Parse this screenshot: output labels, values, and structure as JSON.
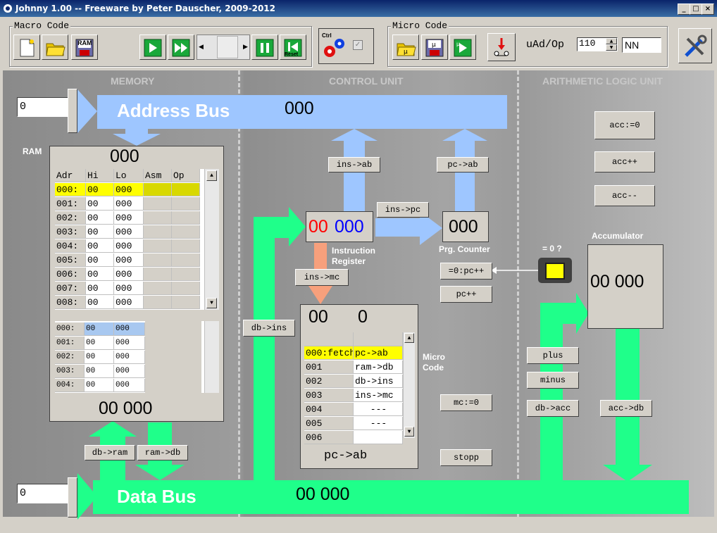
{
  "window": {
    "title": "Johnny 1.00 -- Freeware by Peter Dauscher, 2009-2012",
    "btn_min": "_",
    "btn_max": "□",
    "btn_close": "×"
  },
  "toolbar": {
    "macro_code_label": "Macro Code",
    "ram_label": "RAM",
    "reset_label": "Reset",
    "ctrl_label": "Ctrl",
    "micro_code_label": "Micro Code",
    "uad_op_label": "uAd/Op",
    "uad_value": "110",
    "op_value": "NN"
  },
  "sections": {
    "memory": "MEMORY",
    "control": "CONTROL UNIT",
    "alu": "ARITHMETIC LOGIC UNIT"
  },
  "address_bus": {
    "label": "Address Bus",
    "value": "000",
    "input": "0"
  },
  "data_bus": {
    "label": "Data Bus",
    "value": "00  000",
    "input": "0"
  },
  "ram": {
    "label": "RAM",
    "address": "000",
    "headers": [
      "Adr",
      "Hi",
      "Lo",
      "Asm",
      "Op"
    ],
    "rows": [
      {
        "adr": "000:",
        "hi": "00",
        "lo": "000"
      },
      {
        "adr": "001:",
        "hi": "00",
        "lo": "000"
      },
      {
        "adr": "002:",
        "hi": "00",
        "lo": "000"
      },
      {
        "adr": "003:",
        "hi": "00",
        "lo": "000"
      },
      {
        "adr": "004:",
        "hi": "00",
        "lo": "000"
      },
      {
        "adr": "005:",
        "hi": "00",
        "lo": "000"
      },
      {
        "adr": "006:",
        "hi": "00",
        "lo": "000"
      },
      {
        "adr": "007:",
        "hi": "00",
        "lo": "000"
      },
      {
        "adr": "008:",
        "hi": "00",
        "lo": "000"
      }
    ],
    "rows2": [
      {
        "adr": "000:",
        "hi": "00",
        "lo": "000"
      },
      {
        "adr": "001:",
        "hi": "00",
        "lo": "000"
      },
      {
        "adr": "002:",
        "hi": "00",
        "lo": "000"
      },
      {
        "adr": "003:",
        "hi": "00",
        "lo": "000"
      },
      {
        "adr": "004:",
        "hi": "00",
        "lo": "000"
      }
    ],
    "data_value": "00  000"
  },
  "buttons": {
    "db_ram": "db->ram",
    "ram_db": "ram->db",
    "ins_ab": "ins->ab",
    "pc_ab": "pc->ab",
    "ins_pc": "ins->pc",
    "ins_mc": "ins->mc",
    "db_ins": "db->ins",
    "zero_pc": "=0:pc++",
    "pc_inc": "pc++",
    "mc_zero": "mc:=0",
    "stopp": "stopp",
    "acc_zero": "acc:=0",
    "acc_inc": "acc++",
    "acc_dec": "acc--",
    "plus": "plus",
    "minus": "minus",
    "db_acc": "db->acc",
    "acc_db": "acc->db"
  },
  "instruction_register": {
    "hi": "00",
    "lo": "000",
    "label_line1": "Instruction",
    "label_line2": "Register"
  },
  "program_counter": {
    "value": "000",
    "label": "Prg. Counter"
  },
  "micro_code": {
    "label_line1": "Micro",
    "label_line2": "Code",
    "hi": "00",
    "lo": "0",
    "rows": [
      {
        "adr": "000:fetch",
        "op": "pc->ab"
      },
      {
        "adr": "001",
        "op": "ram->db"
      },
      {
        "adr": "002",
        "op": "db->ins"
      },
      {
        "adr": "003",
        "op": "ins->mc"
      },
      {
        "adr": "004",
        "op": "---"
      },
      {
        "adr": "005",
        "op": "---"
      },
      {
        "adr": "006",
        "op": ""
      }
    ],
    "current": "pc->ab"
  },
  "accumulator": {
    "label": "Accumulator",
    "value": "00  000",
    "zero_label": "= 0 ?"
  },
  "colors": {
    "bus_blue": "#9ec6ff",
    "bus_green": "#1fff8a",
    "highlight": "#ffff00",
    "ir_red": "#ff0000",
    "ir_blue": "#0000ff",
    "arrow_orange": "#f7a07c"
  }
}
